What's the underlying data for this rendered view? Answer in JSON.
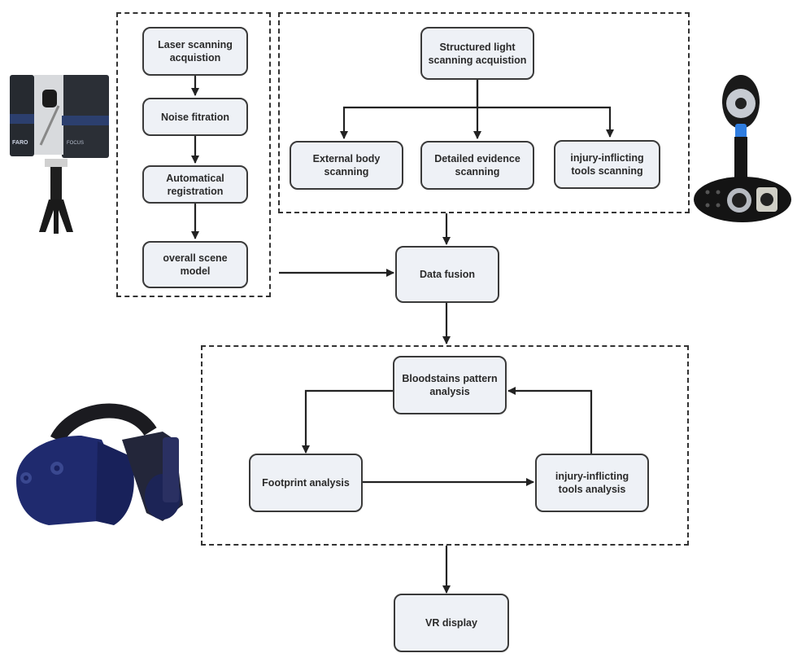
{
  "diagram": {
    "type": "flowchart",
    "nodes": {
      "laser_scanning": "Laser  scanning\nacquistion",
      "noise_filtration": "Noise fitration",
      "automatic_registration": "Automatical\nregistration",
      "overall_scene_model": "overall scene\nmodel",
      "structured_light": "Structured light\nscanning acquistion",
      "external_body": "External body\nscanning",
      "detailed_evidence": "Detailed evidence\nscanning",
      "injury_tools_scanning": "injury-inflicting\ntools  scanning",
      "data_fusion": "Data fusion",
      "bloodstains": "Bloodstains pattern\nanalysis",
      "footprint": "Footprint analysis",
      "injury_tools_analysis": "injury-inflicting\ntools analysis",
      "vr_display": "VR display"
    },
    "edges": [
      [
        "laser_scanning",
        "noise_filtration"
      ],
      [
        "noise_filtration",
        "automatic_registration"
      ],
      [
        "automatic_registration",
        "overall_scene_model"
      ],
      [
        "structured_light",
        "external_body"
      ],
      [
        "structured_light",
        "detailed_evidence"
      ],
      [
        "structured_light",
        "injury_tools_scanning"
      ],
      [
        "laser_group",
        "data_fusion"
      ],
      [
        "structured_light_group",
        "data_fusion"
      ],
      [
        "data_fusion",
        "analysis_group"
      ],
      [
        "bloodstains",
        "footprint"
      ],
      [
        "footprint",
        "injury_tools_analysis"
      ],
      [
        "injury_tools_analysis",
        "bloodstains"
      ],
      [
        "analysis_group",
        "vr_display"
      ]
    ],
    "groups": [
      "laser_group",
      "structured_light_group",
      "analysis_group"
    ],
    "images": {
      "laser_scanner": "FARO Focus laser scanner on tripod",
      "laser_scanner_brand": "FARO",
      "laser_scanner_model": "FOCUS",
      "structured_light_scanner": "handheld structured light 3D scanner",
      "vr_headset": "VR headset"
    },
    "colors": {
      "node_fill": "#eef1f6",
      "node_border": "#3a3a3a",
      "edge": "#222222",
      "vr_headset_blue": "#1f2a6e",
      "scanner_blue": "#2f7de0"
    }
  }
}
